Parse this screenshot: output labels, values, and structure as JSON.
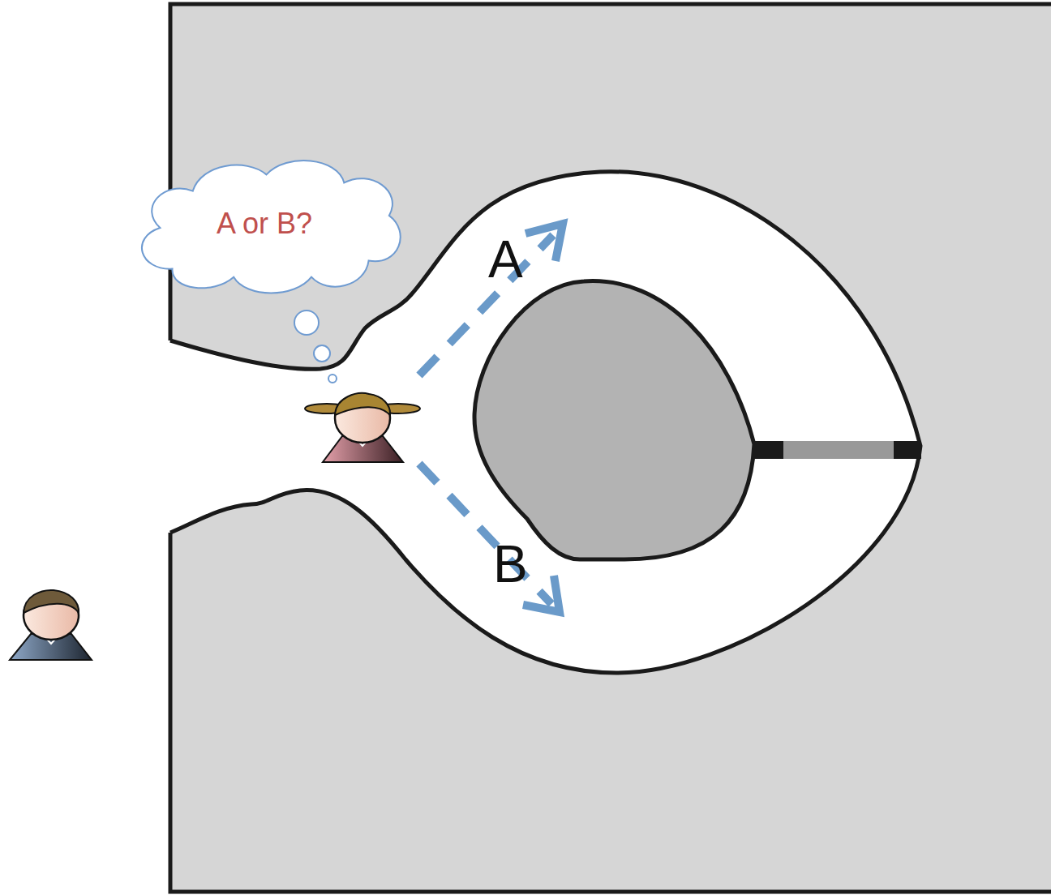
{
  "diagram": {
    "nodes": [
      {
        "text": [
          "A or B?"
        ]
      }
    ],
    "labels": [
      "A",
      "B"
    ]
  }
}
